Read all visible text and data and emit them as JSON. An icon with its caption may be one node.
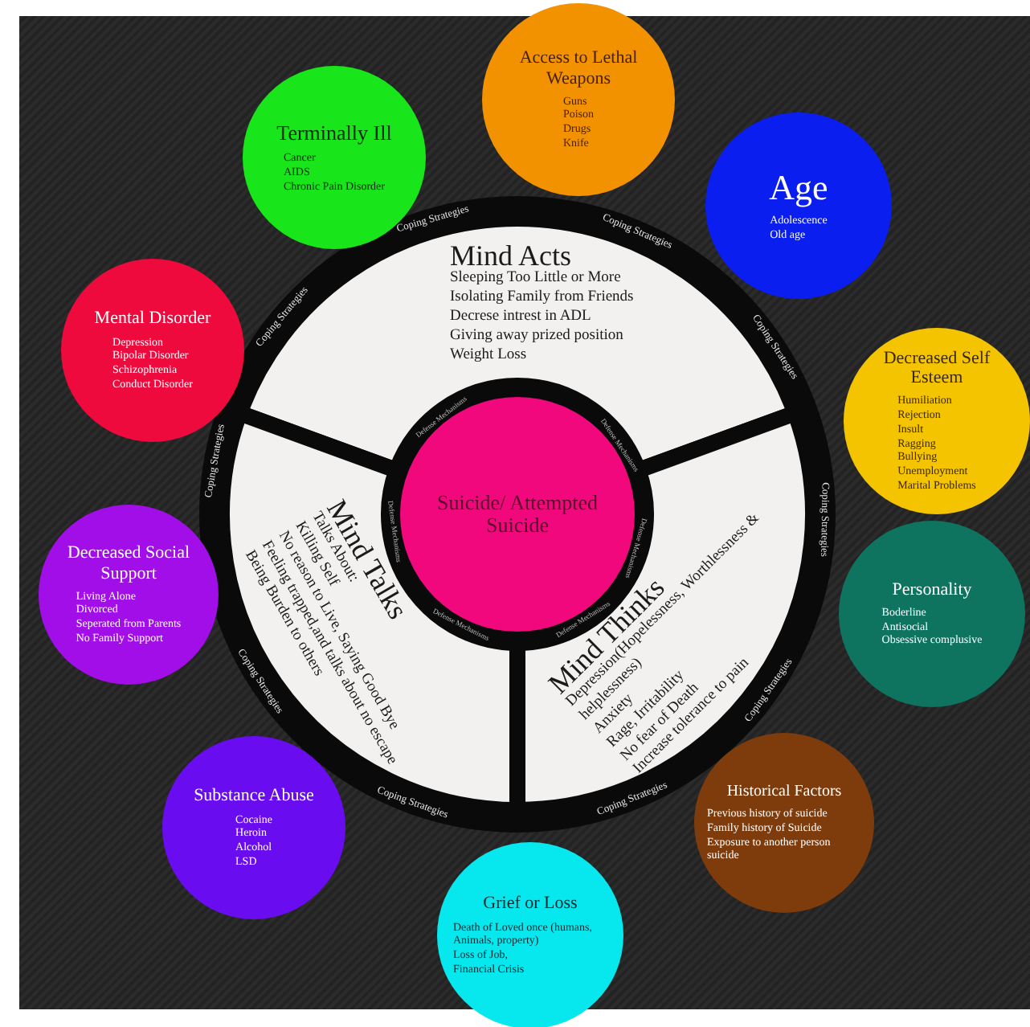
{
  "diagram": {
    "nodes": [
      {
        "text": [
          "Access to Lethal Weapons",
          "Guns",
          "Poison",
          "Drugs",
          "Knife"
        ]
      },
      {
        "text": [
          "Terminally Ill",
          "Cancer",
          "AIDS",
          "Chronic Pain Disorder"
        ]
      },
      {
        "text": [
          "Age",
          "Adolescence",
          "Old age"
        ]
      },
      {
        "text": [
          "Mind Acts",
          "Sleeping Too Little or More",
          "Isolating Family from Friends",
          "Decrese intrest in ADL",
          "Giving away prized position",
          "Weight Loss"
        ]
      },
      {
        "text": [
          "Decreased Self Esteem",
          "Humiliation",
          "Rejection",
          "Insult",
          "Ragging",
          "Bullying",
          "Unemployment",
          "Marital Problems"
        ]
      },
      {
        "text": [
          "Mental Disorder",
          "Depression",
          "Bipolar Disorder",
          "Schizophrenia",
          "Conduct Disorder"
        ]
      },
      {
        "text": [
          "Suicide/ Attempted Suicide"
        ]
      },
      {
        "text": [
          "Mind Talks",
          "Talks About:",
          "Killing Self",
          "No reason to Live, Saying Good Bye",
          "Feeling trapped,and talks about no escape",
          "Being Burden to others"
        ]
      },
      {
        "text": [
          "Mind Thinks",
          "Depression(Hopelessness, Worthlessness & helplessness)",
          "Anxiety",
          "Rage, Irritability",
          "No fear of Death",
          "Increase tolerance to pain"
        ]
      },
      {
        "text": [
          "Decreased Social Support",
          "Living Alone",
          "Divorced",
          "Seperated from Parents",
          "No Family Support"
        ]
      },
      {
        "text": [
          "Personality",
          "Boderline",
          "Antisocial",
          "Obsessive complusive"
        ]
      },
      {
        "text": [
          "Substance Abuse",
          "Cocaine",
          "Heroin",
          "Alcohol",
          "LSD"
        ]
      },
      {
        "text": [
          "Historical Factors",
          "Previous history of suicide",
          "Family history of Suicide",
          "Exposure to another person suicide"
        ]
      },
      {
        "text": [
          "Grief or Loss",
          "Death of Loved once (humans, Animals, property)",
          "Loss of Job,",
          "Financial Crisis"
        ]
      }
    ],
    "labels": [
      "Coping Strategies",
      "Coping Strategies",
      "Coping Strategies",
      "Coping Strategies",
      "Defense Mechanisms",
      "Defense Mechanisms",
      "Coping Strategies",
      "Defense Mechanisms",
      "Defense Mechanisms",
      "Coping Strategies",
      "Defense Mechanisms",
      "Defense Mechanisms",
      "Coping Strategies",
      "Coping Strategies",
      "Coping Strategies",
      "Coping Strategies"
    ]
  }
}
